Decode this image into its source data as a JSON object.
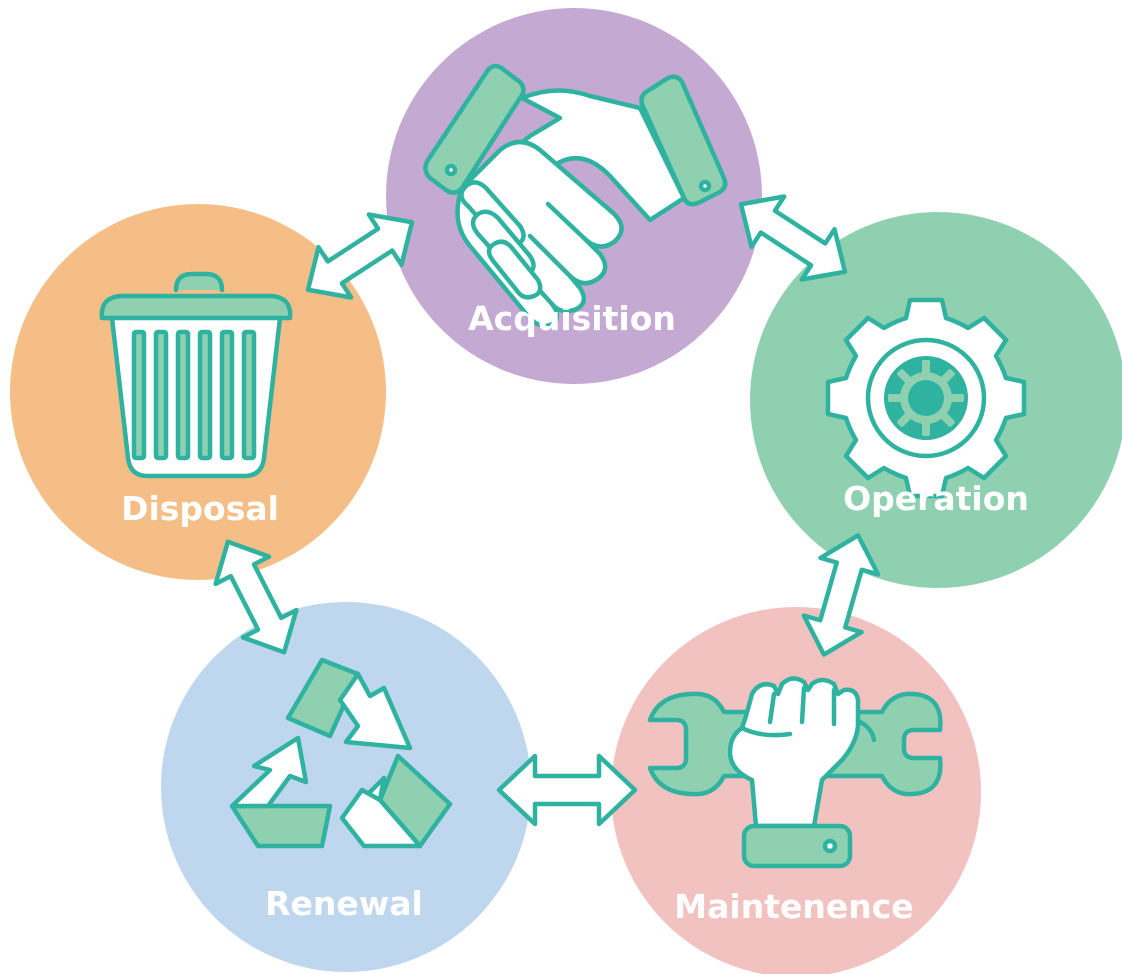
{
  "stages": [
    {
      "id": "acquisition",
      "label": "Acquisition",
      "icon": "handshake-icon",
      "color": "#c4a9d3"
    },
    {
      "id": "operation",
      "label": "Operation",
      "icon": "gear-icon",
      "color": "#8fd0b0"
    },
    {
      "id": "maintenence",
      "label": "Maintenence",
      "icon": "wrench-hand-icon",
      "color": "#f2c2c0"
    },
    {
      "id": "renewal",
      "label": "Renewal",
      "icon": "recycle-icon",
      "color": "#bfd6ef"
    },
    {
      "id": "disposal",
      "label": "Disposal",
      "icon": "trash-can-icon",
      "color": "#f4be86"
    }
  ],
  "connector_style": "double-headed arrows between adjacent stages",
  "accent_color": "#2fb3a0"
}
